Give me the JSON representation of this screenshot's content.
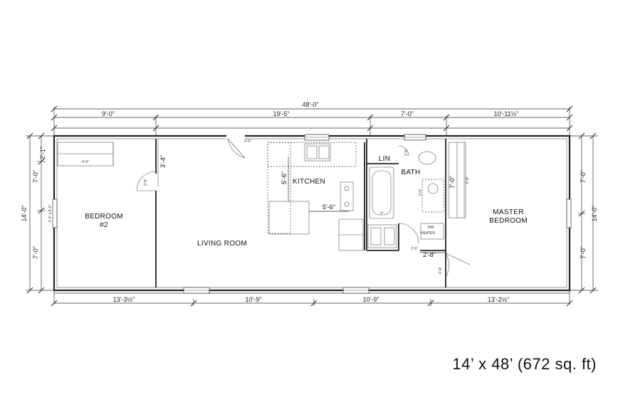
{
  "caption": "14’ x 48’ (672 sq. ft)",
  "dimensions": {
    "overall_top": "48'-0\"",
    "top_segments": [
      "9'-0\"",
      "19'-5\"",
      "7'-0\"",
      "10'-11½\""
    ],
    "bottom_segments": [
      "13'-3½\"",
      "10'-9\"",
      "10'-9\"",
      "13'-2½\""
    ],
    "left_overall": "14'-0\"",
    "left_segments": [
      "2'-1\"",
      "7'-0\"",
      "7'-0\""
    ],
    "right_overall": "14'-0\"",
    "right_segments": [
      "7'-0\"",
      "7'-0\""
    ]
  },
  "rooms": {
    "bedroom2_line1": "BEDROOM",
    "bedroom2_line2": "#2",
    "living_room": "LIVING ROOM",
    "kitchen": "KITCHEN",
    "lin": "LIN",
    "bath": "BATH",
    "master_line1": "MASTER",
    "master_line2": "BEDROOM",
    "hw_line1": "HW",
    "hw_line2": "HEATER"
  },
  "interior_dims": {
    "closet_bed2": "4'-0\"",
    "bed2_door": "2'-8\"",
    "bed2_side": "3'-4\" x 5'-0\"",
    "living_3_4": "3'-4\"",
    "living_door": "3'-0\"",
    "kitchen_5_6_v": "5'-6\"",
    "kitchen_5_6_h": "5'-6\"",
    "lin_1_6": "1'-6\"",
    "bath_7_0": "7'-0\"",
    "master_closet": "6'-8\"",
    "hall_2_6": "2'-6\"",
    "hall_2_8": "2'-8\"",
    "master_door": "2'-8\"",
    "bath_toilet": "2'-0\""
  }
}
